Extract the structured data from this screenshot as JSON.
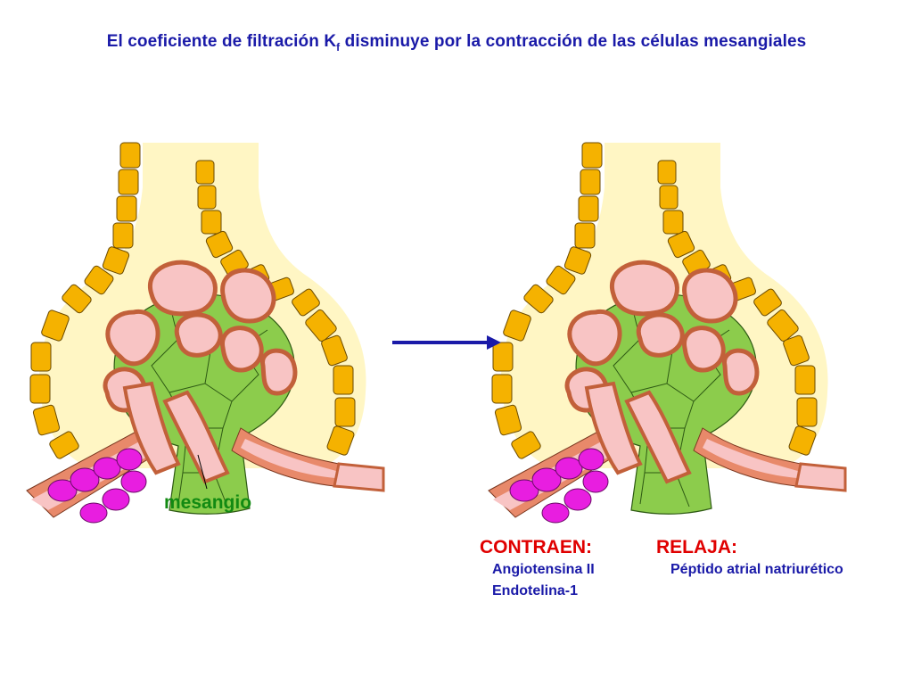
{
  "title": {
    "text_before": "El coeficiente de filtración K",
    "subscript": "f",
    "text_after": " disminuye por la contracción de las células mesangiales"
  },
  "diagram": {
    "left_label": "mesangio",
    "colors": {
      "capsule": "#fff6c4",
      "epithelial_cells": "#f5b200",
      "capillary_lumen": "#f8c4c4",
      "capillary_wall": "#e8896a",
      "mesangium": "#8ccc4c",
      "juxtaglomerular_cells": "#e81ee0",
      "arrow": "#1a1aa8"
    }
  },
  "contract": {
    "heading": "CONTRAEN:",
    "items": [
      "Angiotensina II",
      "Endotelina-1"
    ]
  },
  "relax": {
    "heading": "RELAJA:",
    "items": [
      "Péptido atrial natriurético"
    ]
  }
}
